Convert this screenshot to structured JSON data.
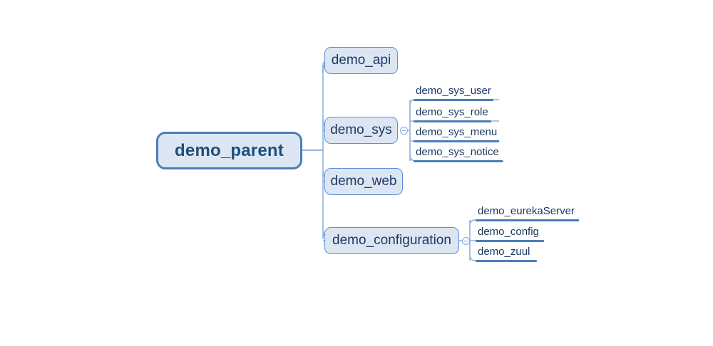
{
  "diagram": {
    "title": "demo_parent module structure mind map",
    "background": "#ffffff",
    "accent_color": "#4a7ebb",
    "node_fill": "#dce6f2",
    "node_border": "#5b8ed6",
    "root_text_color": "#1f4e79",
    "leaf_text_color": "#17375e"
  },
  "root": {
    "label": "demo_parent"
  },
  "children": [
    {
      "label": "demo_api",
      "has_toggle": false,
      "toggle_state": ""
    },
    {
      "label": "demo_sys",
      "has_toggle": true,
      "toggle_state": "expanded"
    },
    {
      "label": "demo_web",
      "has_toggle": false,
      "toggle_state": ""
    },
    {
      "label": "demo_configuration",
      "has_toggle": true,
      "toggle_state": "expanded"
    }
  ],
  "sys_leaves": [
    {
      "label": "demo_sys_user"
    },
    {
      "label": "demo_sys_role"
    },
    {
      "label": "demo_sys_menu"
    },
    {
      "label": "demo_sys_notice"
    }
  ],
  "configuration_leaves": [
    {
      "label": "demo_eurekaServer"
    },
    {
      "label": "demo_config"
    },
    {
      "label": "demo_zuul"
    }
  ],
  "watermarks": {
    "top_left": "",
    "bottom_right": ""
  }
}
